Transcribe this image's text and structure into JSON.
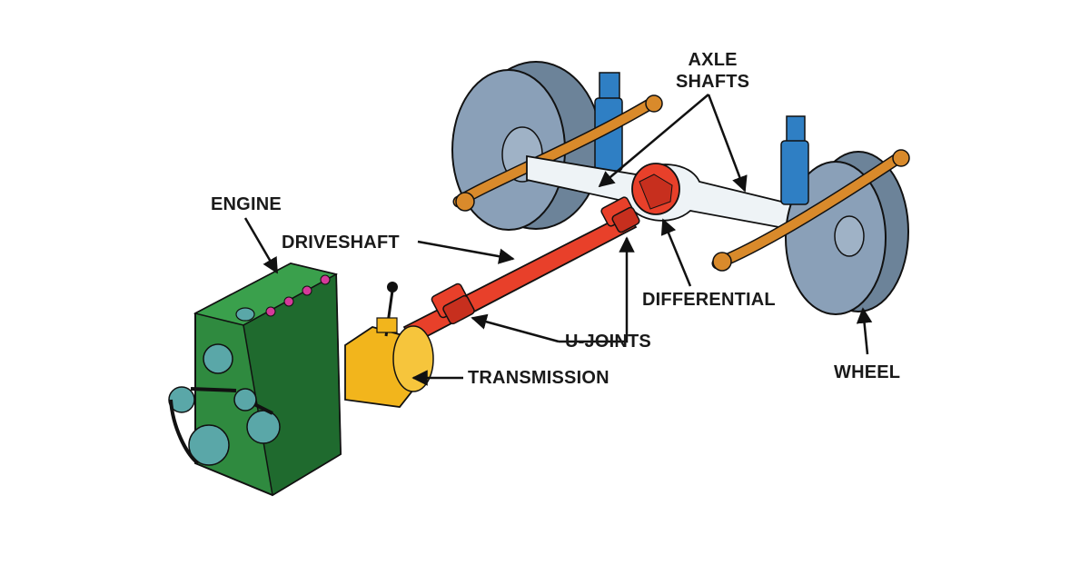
{
  "labels": {
    "engine": "ENGINE",
    "driveshaft": "DRIVESHAFT",
    "axle_line1": "AXLE",
    "axle_line2": "SHAFTS",
    "differential": "DIFFERENTIAL",
    "u_joints": "U-JOINTS",
    "transmission": "TRANSMISSION",
    "wheel": "WHEEL"
  },
  "colors": {
    "engine": "#2f8a3f",
    "engine_dark": "#1f6a2e",
    "pulley": "#5aa7a8",
    "valve": "#d43a9a",
    "transmission": "#f2b51c",
    "driveshaft": "#e8402a",
    "differential": "#e8402a",
    "axle": "#e8f0f3",
    "wheel": "#8aa0b8",
    "wheel_dark": "#6c8399",
    "spring": "#d98a2b",
    "shock": "#2f7fc4"
  }
}
